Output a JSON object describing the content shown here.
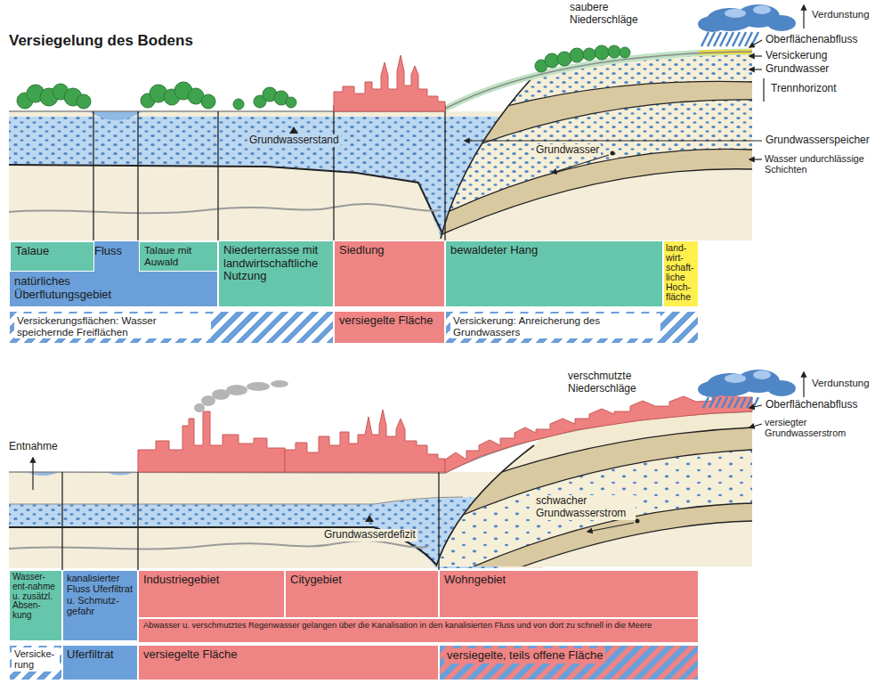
{
  "diagram": {
    "title": "Versiegelung des Bodens",
    "nodes": [
      {
        "text": [
          "Fluss",
          "natürliches Überflutungsgebiet"
        ]
      },
      {
        "text": [
          "Talaue"
        ],
        "in": 0
      },
      {
        "text": [
          "Talaue mit Auwald"
        ],
        "in": 0
      },
      {
        "text": [
          "Niederterrasse mit landwirtschaftliche Nutzung"
        ]
      },
      {
        "text": [
          "Siedlung"
        ]
      },
      {
        "text": [
          "bewaldeter Hang"
        ]
      },
      {
        "text": [
          "land-wirt-schaft-liche Hoch-fläche"
        ]
      },
      {
        "text": [
          "Versickerungsflächen: Wasser speichernde Freiflächen"
        ]
      },
      {
        "text": [
          "versiegelte Fläche"
        ]
      },
      {
        "text": [
          "Versickerung: Anreicherung des Grundwassers"
        ]
      },
      {
        "text": [
          "Wasser-ent-nahme u. zusätzl. Absen-kung"
        ]
      },
      {
        "text": [
          "kanalisierter Fluss Uferfiltrat u. Schmutz-gefahr"
        ]
      },
      {
        "text": [
          "Industriegebiet"
        ]
      },
      {
        "text": [
          "Citygebiet"
        ]
      },
      {
        "text": [
          "Wohngebiet"
        ]
      },
      {
        "text": [
          "Abwasser u. verschmutztes Regenwasser gelangen über die Kanalisation in den kanalisierten Fluss und von dort zu schnell in die Meere"
        ]
      },
      {
        "text": [
          "Versicke-rung"
        ]
      },
      {
        "text": [
          "Uferfiltrat"
        ]
      },
      {
        "text": [
          "versiegelte Fläche"
        ]
      },
      {
        "text": [
          "versiegelte, teils offene Fläche"
        ]
      }
    ],
    "labels": [
      "saubere Niederschläge",
      "Verdunstung",
      "Oberflächenabfluss",
      "Versickerung",
      "Grundwasser",
      "Trennhorizont",
      "Grundwasserstand",
      "Grundwasserspeicher",
      "Grundwasser",
      "Wasser undurchlässige Schichten",
      "verschmutzte Niederschläge",
      "Verdunstung",
      "Entnahme",
      "Oberflächenabfluss",
      "versiegter Grundwasserstrom",
      "Grundwasserdefizit",
      "schwacher Grundwasserstrom"
    ]
  }
}
